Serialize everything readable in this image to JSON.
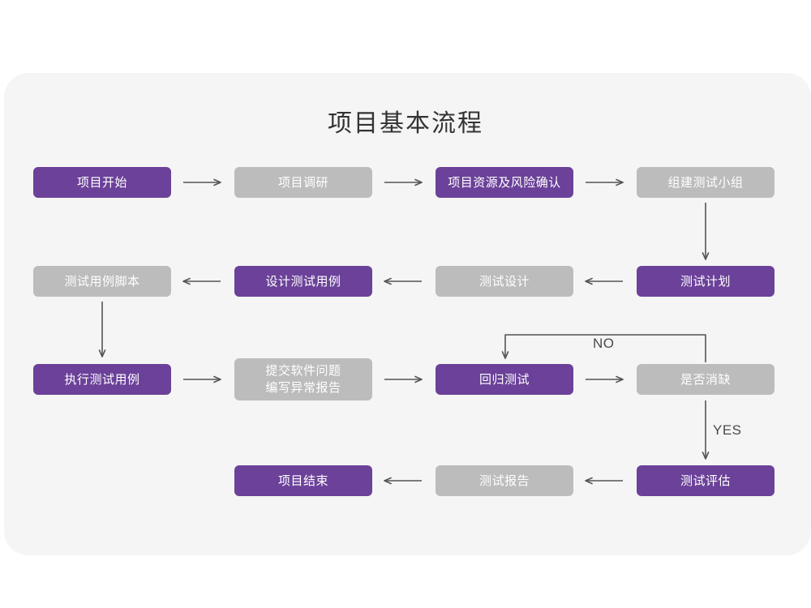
{
  "page": {
    "background_color": "#ffffff",
    "card_color": "#f5f5f5"
  },
  "header": {
    "title": "项目基本流程"
  },
  "palette": {
    "accent_purple": "#6b4199",
    "muted_gray": "#bcbcbc",
    "connector": "#555555",
    "text_on_node": "#ffffff",
    "title_text": "#333333"
  },
  "chart_data": {
    "type": "diagram",
    "diagram_kind": "flowchart",
    "title": "项目基本流程",
    "layout": "serpentine-grid 4 columns x 4 rows",
    "nodes": [
      {
        "id": "n1",
        "label": "项目开始",
        "style": "purple",
        "row": 1,
        "col": 1
      },
      {
        "id": "n2",
        "label": "项目调研",
        "style": "gray",
        "row": 1,
        "col": 2
      },
      {
        "id": "n3",
        "label": "项目资源及风险确认",
        "style": "purple",
        "row": 1,
        "col": 3
      },
      {
        "id": "n4",
        "label": "组建测试小组",
        "style": "gray",
        "row": 1,
        "col": 4
      },
      {
        "id": "n5",
        "label": "测试计划",
        "style": "purple",
        "row": 2,
        "col": 4
      },
      {
        "id": "n6",
        "label": "测试设计",
        "style": "gray",
        "row": 2,
        "col": 3
      },
      {
        "id": "n7",
        "label": "设计测试用例",
        "style": "purple",
        "row": 2,
        "col": 2
      },
      {
        "id": "n8",
        "label": "测试用例脚本",
        "style": "gray",
        "row": 2,
        "col": 1
      },
      {
        "id": "n9",
        "label": "执行测试用例",
        "style": "purple",
        "row": 3,
        "col": 1
      },
      {
        "id": "n10",
        "label": "提交软件问题\n编写异常报告",
        "style": "gray",
        "row": 3,
        "col": 2
      },
      {
        "id": "n11",
        "label": "回归测试",
        "style": "purple",
        "row": 3,
        "col": 3
      },
      {
        "id": "n12",
        "label": "是否消缺",
        "style": "gray",
        "row": 3,
        "col": 4
      },
      {
        "id": "n13",
        "label": "测试评估",
        "style": "purple",
        "row": 4,
        "col": 4
      },
      {
        "id": "n14",
        "label": "测试报告",
        "style": "gray",
        "row": 4,
        "col": 3
      },
      {
        "id": "n15",
        "label": "项目结束",
        "style": "purple",
        "row": 4,
        "col": 2
      }
    ],
    "edges": [
      {
        "from": "n1",
        "to": "n2",
        "label": "",
        "direction": "right"
      },
      {
        "from": "n2",
        "to": "n3",
        "label": "",
        "direction": "right"
      },
      {
        "from": "n3",
        "to": "n4",
        "label": "",
        "direction": "right"
      },
      {
        "from": "n4",
        "to": "n5",
        "label": "",
        "direction": "down"
      },
      {
        "from": "n5",
        "to": "n6",
        "label": "",
        "direction": "left"
      },
      {
        "from": "n6",
        "to": "n7",
        "label": "",
        "direction": "left"
      },
      {
        "from": "n7",
        "to": "n8",
        "label": "",
        "direction": "left"
      },
      {
        "from": "n8",
        "to": "n9",
        "label": "",
        "direction": "down"
      },
      {
        "from": "n9",
        "to": "n10",
        "label": "",
        "direction": "right"
      },
      {
        "from": "n10",
        "to": "n11",
        "label": "",
        "direction": "right"
      },
      {
        "from": "n11",
        "to": "n12",
        "label": "",
        "direction": "right"
      },
      {
        "from": "n12",
        "to": "n11",
        "label": "NO",
        "direction": "loop-up-left"
      },
      {
        "from": "n12",
        "to": "n13",
        "label": "YES",
        "direction": "down"
      },
      {
        "from": "n13",
        "to": "n14",
        "label": "",
        "direction": "left"
      },
      {
        "from": "n14",
        "to": "n15",
        "label": "",
        "direction": "left"
      }
    ],
    "branch_labels": [
      {
        "id": "no",
        "text": "NO"
      },
      {
        "id": "yes",
        "text": "YES"
      }
    ]
  }
}
